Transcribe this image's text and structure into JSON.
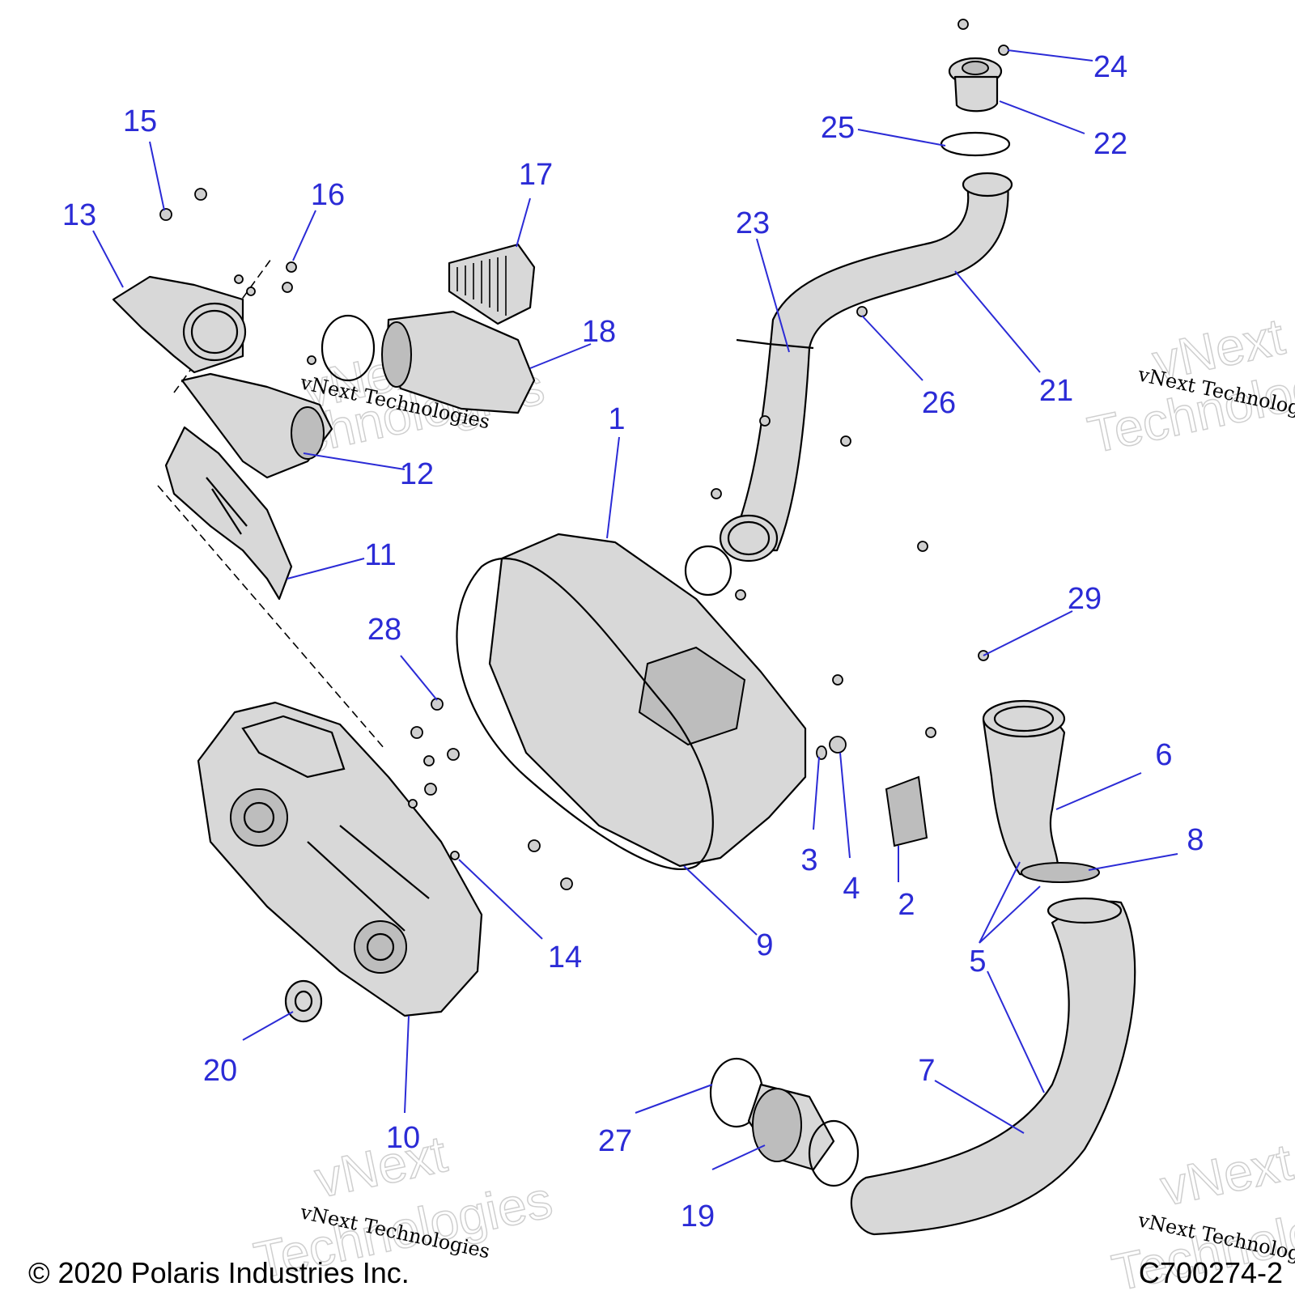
{
  "colors": {
    "callout": "#2b2bd6",
    "linework": "#000000",
    "fill": "#d8d8d8",
    "watermark": "#cfcfcf"
  },
  "callouts": [
    {
      "id": "1",
      "label": "1"
    },
    {
      "id": "2",
      "label": "2"
    },
    {
      "id": "3",
      "label": "3"
    },
    {
      "id": "4",
      "label": "4"
    },
    {
      "id": "5",
      "label": "5"
    },
    {
      "id": "6",
      "label": "6"
    },
    {
      "id": "7",
      "label": "7"
    },
    {
      "id": "8",
      "label": "8"
    },
    {
      "id": "9",
      "label": "9"
    },
    {
      "id": "10",
      "label": "10"
    },
    {
      "id": "11",
      "label": "11"
    },
    {
      "id": "12",
      "label": "12"
    },
    {
      "id": "13",
      "label": "13"
    },
    {
      "id": "14",
      "label": "14"
    },
    {
      "id": "15",
      "label": "15"
    },
    {
      "id": "16",
      "label": "16"
    },
    {
      "id": "17",
      "label": "17"
    },
    {
      "id": "18",
      "label": "18"
    },
    {
      "id": "19",
      "label": "19"
    },
    {
      "id": "20",
      "label": "20"
    },
    {
      "id": "21",
      "label": "21"
    },
    {
      "id": "22",
      "label": "22"
    },
    {
      "id": "23",
      "label": "23"
    },
    {
      "id": "24",
      "label": "24"
    },
    {
      "id": "25",
      "label": "25"
    },
    {
      "id": "26",
      "label": "26"
    },
    {
      "id": "27",
      "label": "27"
    },
    {
      "id": "28",
      "label": "28"
    },
    {
      "id": "29",
      "label": "29"
    }
  ],
  "watermark": {
    "line1": "vNext",
    "line2": "Technologies",
    "small": "vNext Technologies"
  },
  "footer": {
    "copyright": "© 2020 Polaris Industries Inc.",
    "diagram_code": "C700274-2"
  }
}
